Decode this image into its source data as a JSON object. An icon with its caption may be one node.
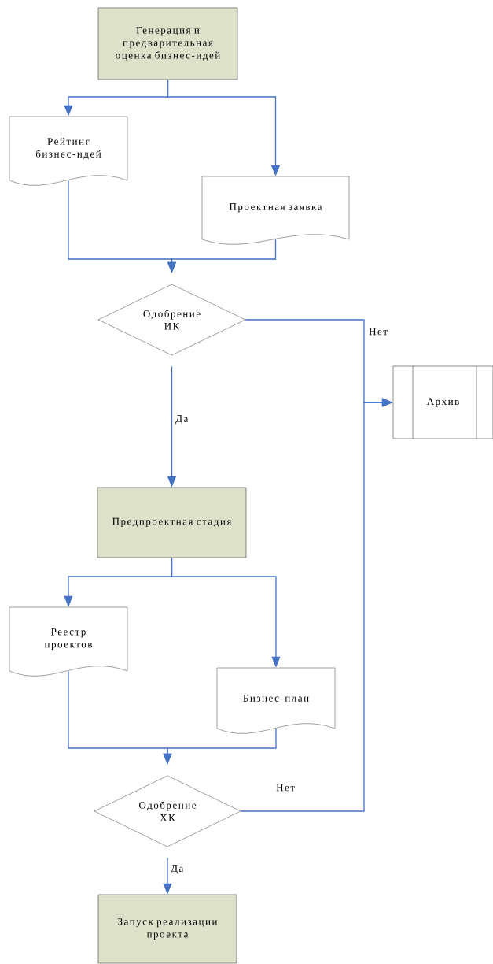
{
  "diagram": {
    "nodes": [
      {
        "text": [
          "Генерация и предварительная оценка бизнес-идей"
        ]
      },
      {
        "text": [
          "Рейтинг бизнес-идей"
        ]
      },
      {
        "text": [
          "Проектная заявка"
        ]
      },
      {
        "text": [
          "Одобрение ИК"
        ]
      },
      {
        "text": [
          "Архив"
        ]
      },
      {
        "text": [
          "Предпроектная стадия"
        ]
      },
      {
        "text": [
          "Реестр проектов"
        ]
      },
      {
        "text": [
          "Бизнес-план"
        ]
      },
      {
        "text": [
          "Одобрение ХК"
        ]
      },
      {
        "text": [
          "Запуск реализации проекта"
        ]
      }
    ],
    "edges": [
      {
        "from": 0,
        "to": 1,
        "arrow": "to"
      },
      {
        "from": 0,
        "to": 2,
        "arrow": "to"
      },
      {
        "from": 1,
        "to": 3,
        "arrow": "to"
      },
      {
        "from": 2,
        "to": 3,
        "arrow": "to"
      },
      {
        "from": 3,
        "to": 4,
        "arrow": "to",
        "label": "Нет"
      },
      {
        "from": 3,
        "to": 5,
        "arrow": "to",
        "label": "Да"
      },
      {
        "from": 5,
        "to": 6,
        "arrow": "to"
      },
      {
        "from": 5,
        "to": 7,
        "arrow": "to"
      },
      {
        "from": 6,
        "to": 8,
        "arrow": "to"
      },
      {
        "from": 7,
        "to": 8,
        "arrow": "to"
      },
      {
        "from": 8,
        "to": 4,
        "arrow": "to",
        "label": "Нет"
      },
      {
        "from": 8,
        "to": 9,
        "arrow": "to",
        "label": "Да"
      }
    ]
  }
}
